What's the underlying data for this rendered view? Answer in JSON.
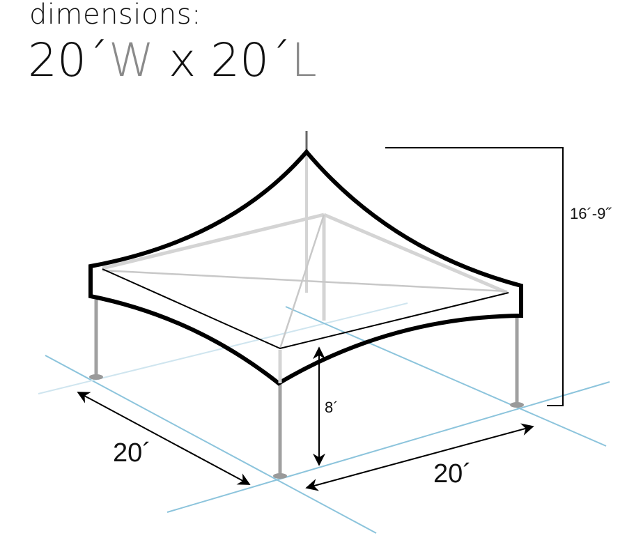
{
  "header": {
    "title": "dimensions:",
    "width_value": "20´",
    "width_unit": "W",
    "separator": "x",
    "length_value": "20´",
    "length_unit": "L"
  },
  "diagram": {
    "total_height_label": "16´-9˝",
    "leg_height_label": "8´",
    "width_label": "20´",
    "length_label": "20´",
    "colors": {
      "canopy_outline": "#000000",
      "frame": "#d4d4d4",
      "leg": "#a0a0a0",
      "ground_grid": "#8cc4dc",
      "unit_text": "#8a8a8a"
    }
  }
}
